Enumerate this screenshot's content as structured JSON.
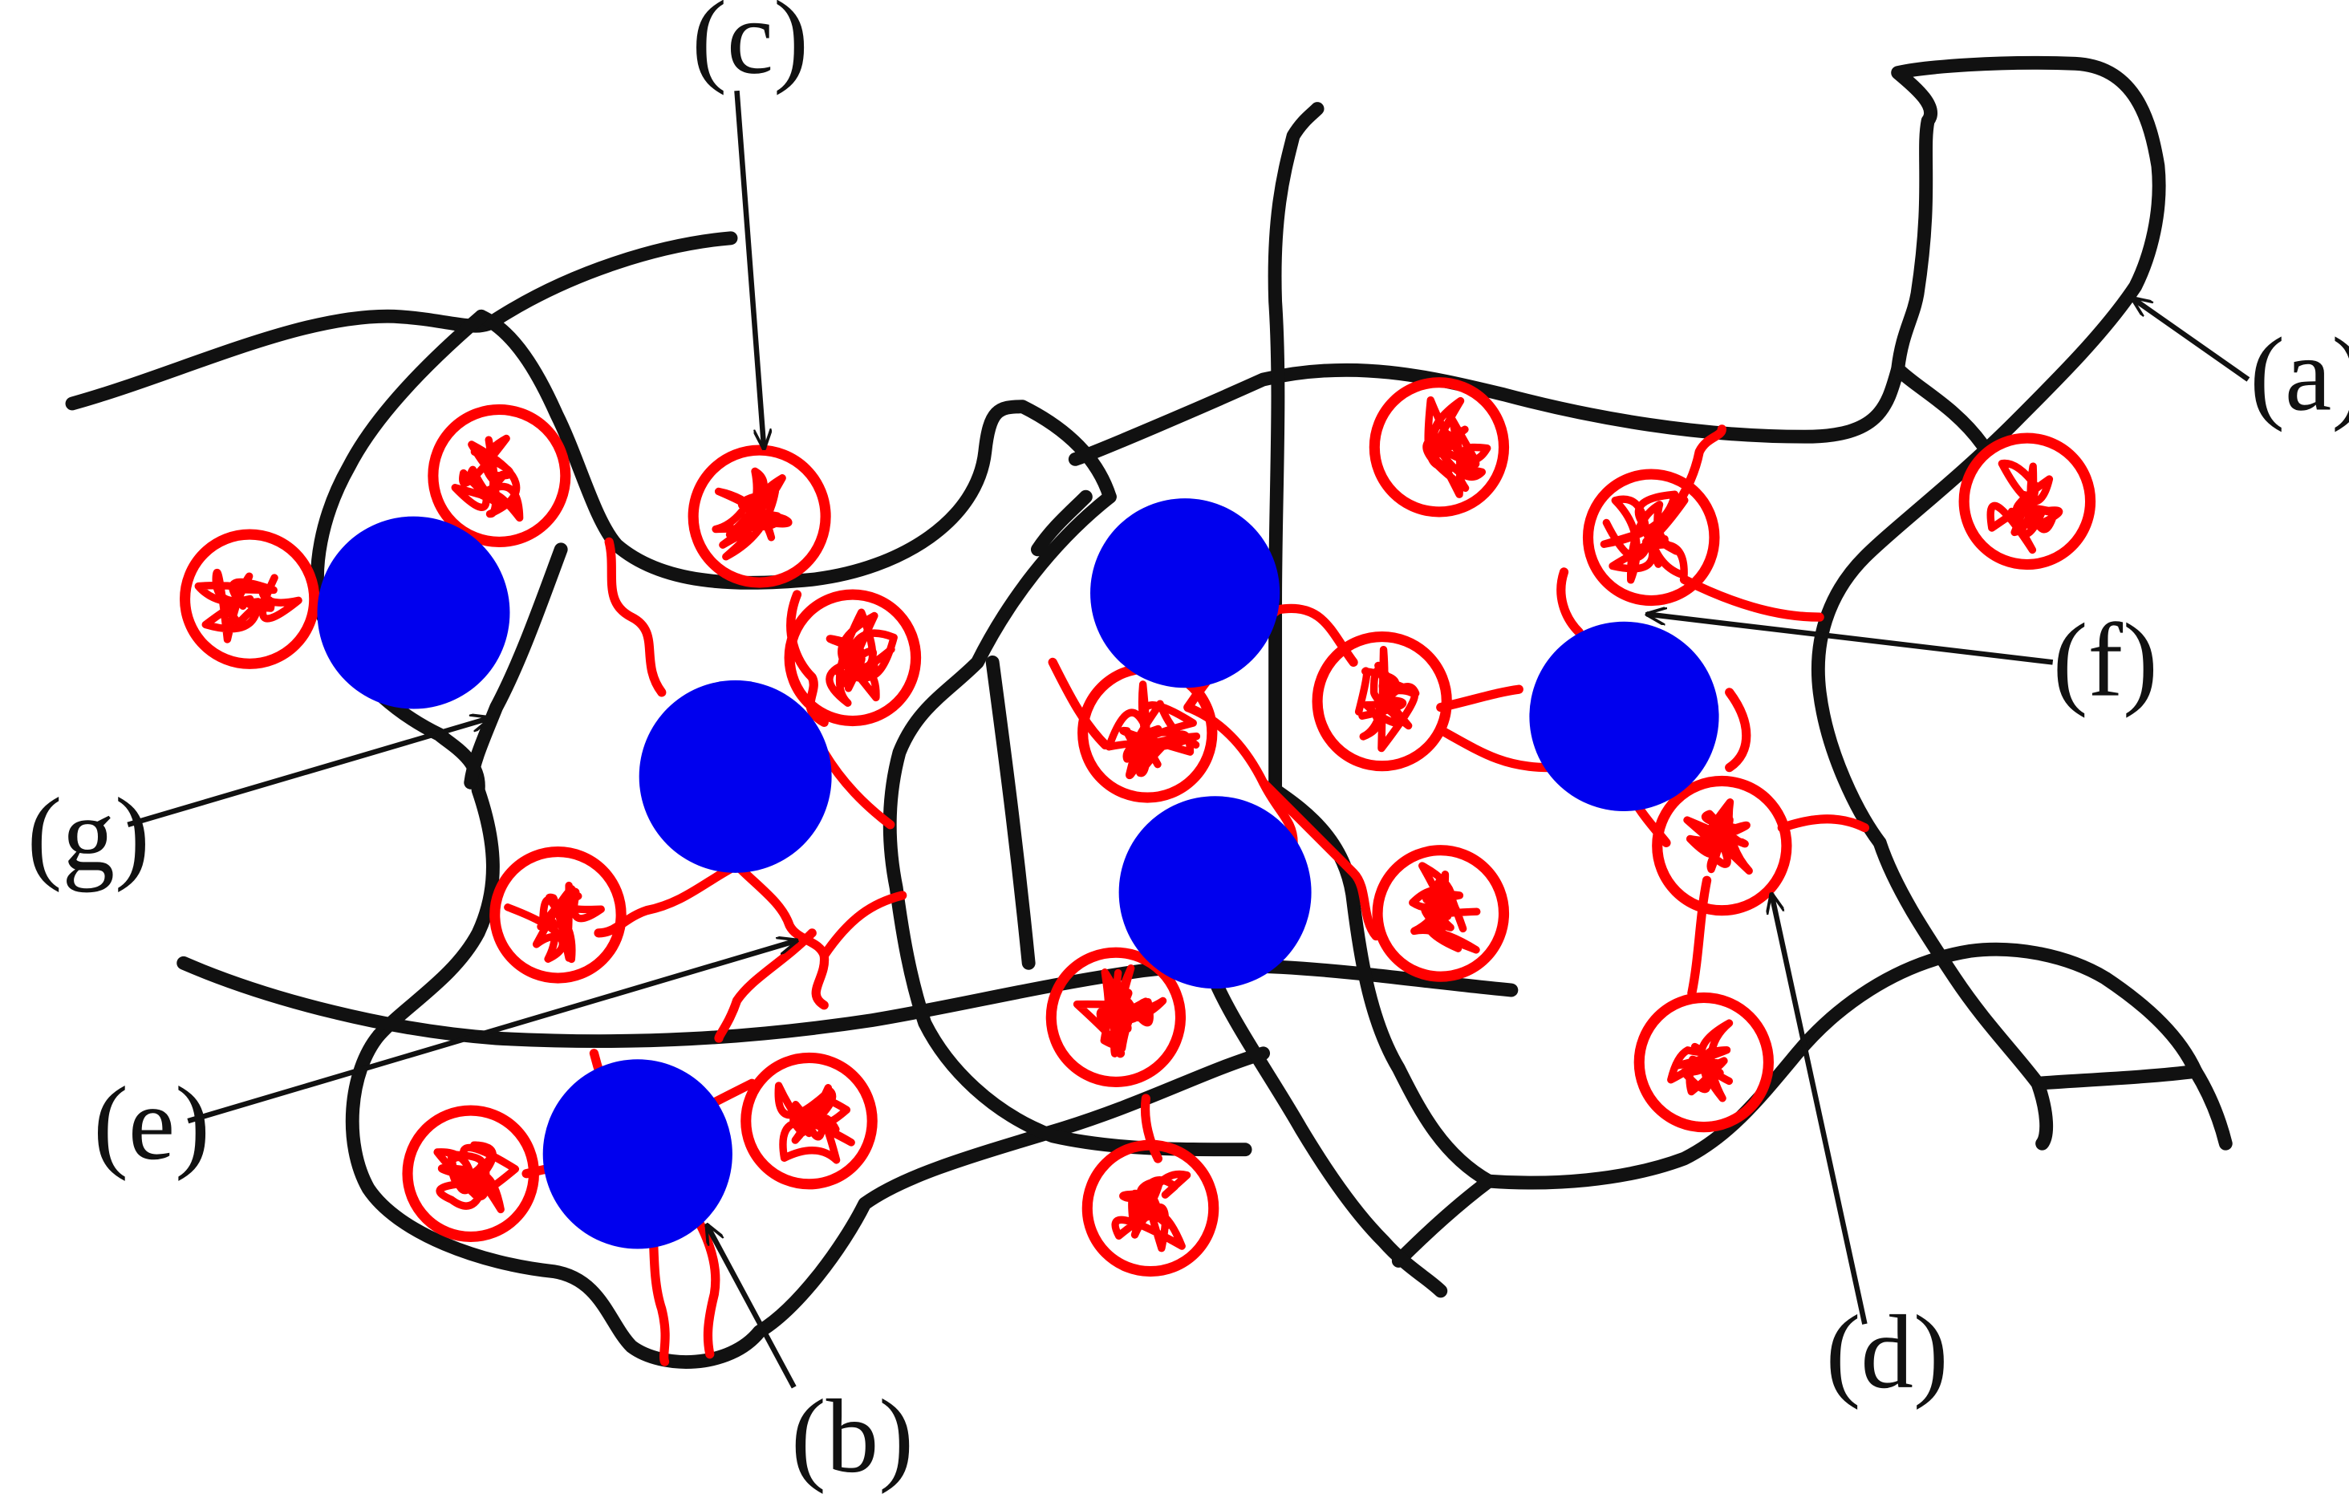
{
  "colors": {
    "boundary": "#111111",
    "polymer": "#ff0000",
    "particle": "#0000ee",
    "label": "#111111"
  },
  "labels": {
    "a": "(a)",
    "b": "(b)",
    "c": "(c)",
    "d": "(d)",
    "e": "(e)",
    "f": "(f)",
    "g": "(g)"
  }
}
